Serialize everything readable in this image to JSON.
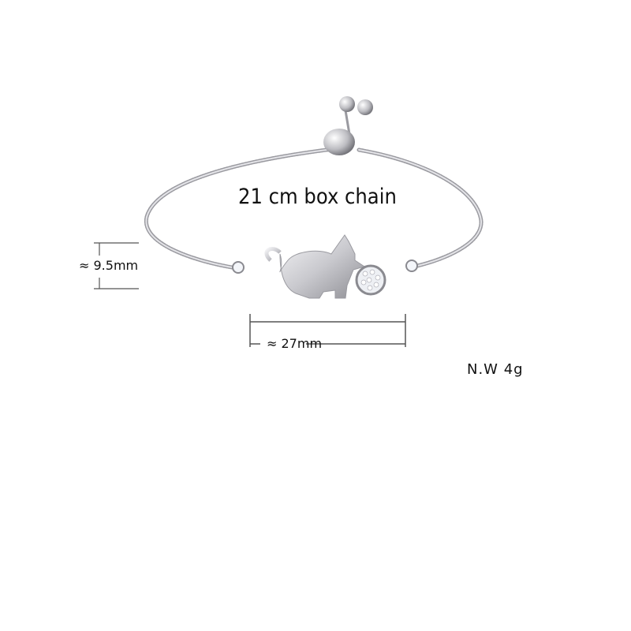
{
  "product": {
    "chain_label": "21 cm box chain",
    "height_dimension": "≈ 9.5mm",
    "width_dimension": "≈ 27mm",
    "net_weight": "N.W 4g"
  },
  "colors": {
    "silver": "#c8c8cc",
    "silver_dark": "#8a8a90",
    "text": "#111111"
  }
}
